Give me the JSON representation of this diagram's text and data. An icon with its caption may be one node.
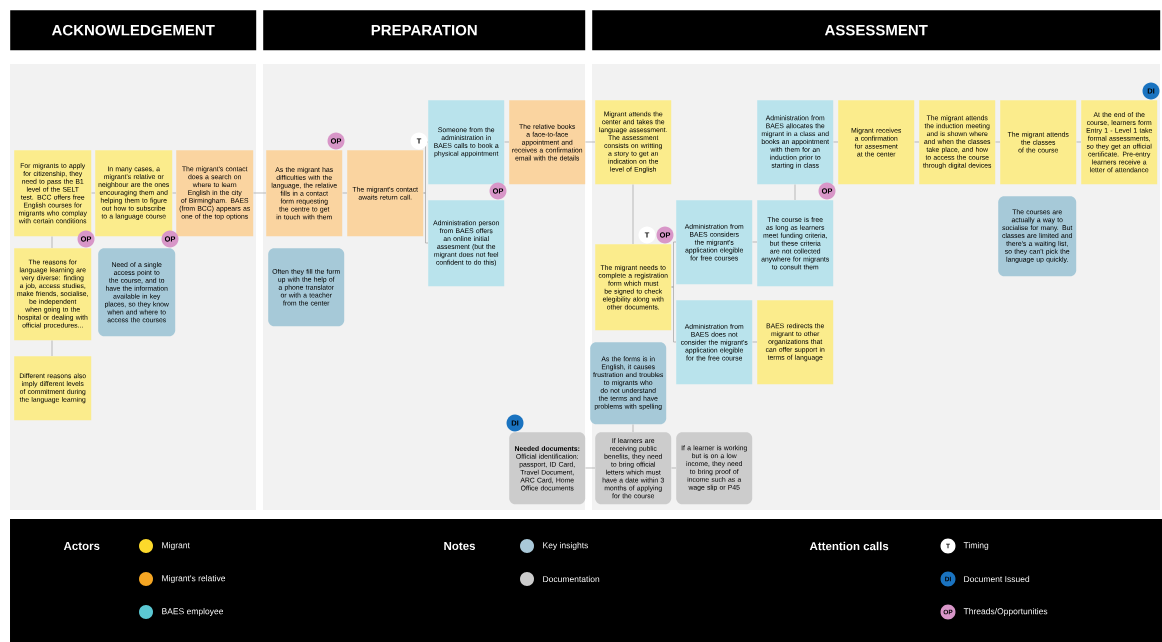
{
  "diagram": {
    "nodes": [
      {
        "text": [
          "ACKNOWLEDGEMENT"
        ]
      },
      {
        "text": [
          "PREPARATION"
        ]
      },
      {
        "text": [
          "ASSESSMENT"
        ]
      },
      {
        "text": [
          "For migrants to apply for citizenship, they need to pass the B1 level of the SELT test. BCC offers free English courses for migrants who complay with certain conditions"
        ]
      },
      {
        "text": [
          "In many cases, a migrant's relative or neighbour are the ones encouraging them and helping them to figure out how to subscribe to a language course"
        ]
      },
      {
        "text": [
          "The migrant's contact does a search on where to learn English in the city of Birmingham. BAES (from BCC) appears as one of the top options"
        ]
      },
      {
        "text": [
          "The reasons for language learning are very diverse: finding a job, access studies, make friends, socialise, be independent when going to the hospital or dealing with official procedures..."
        ],
        "beside": [
          "OP"
        ]
      },
      {
        "text": [
          "Need of a single access point to the course, and to have the information available in key places, so they know when and where to access the courses"
        ],
        "beside": [
          "OP"
        ]
      },
      {
        "text": [
          "Different reasons also imply different levels of commitment during the language learning"
        ]
      },
      {
        "text": [
          "As the migrant has difficulties with the language, the relative fills in a contact form requesting the centre to get in touch with them"
        ],
        "beside": [
          "OP"
        ]
      },
      {
        "text": [
          "Often they fill the form up with the help of a phone translator or with a teacher from the center"
        ]
      },
      {
        "text": [
          "The migrant's contact awaits return call."
        ],
        "beside": [
          "T"
        ]
      },
      {
        "text": [
          "Someone from the administration in BAES calls to book a physical appointment"
        ]
      },
      {
        "text": [
          "Administration person from BAES offers an online initial assesment (but the migrant does not feel confident to do this)"
        ],
        "beside": [
          "OP"
        ]
      },
      {
        "text": [
          "The relative books a face-to-face appointment and receives a confirmation email with the details"
        ]
      },
      {
        "text": [
          "Migrant attends the center and takes the language assessment. The assessment consists on writting a story to get an indication on the level of English"
        ]
      },
      {
        "text": [
          "The migrant needs to complete a registration form which must be signed to check elegibility along with other documents."
        ],
        "beside": [
          "T",
          "OP"
        ]
      },
      {
        "text": [
          "Administration from BAES considers the migrant's application elegible for free courses"
        ]
      },
      {
        "text": [
          "Administration from BAES does not consider the migrant's application elegible for the free course"
        ]
      },
      {
        "text": [
          "As the forms is in English, it causes frustration and troubles to migrants who do not understand the terms and have problems with spelling"
        ]
      },
      {
        "text": [
          "Administration from BAES allocates the migrant in a class and books an appointment with them for an induction prior to starting in class"
        ]
      },
      {
        "text": [
          "The course is free as long as learners meet funding criteria, but these criteria are not collected anywhere for migrants to consult them"
        ],
        "beside": [
          "OP"
        ]
      },
      {
        "text": [
          "BAES redirects the migrant to other organizations that can offer support in terms of language"
        ]
      },
      {
        "text": [
          "Migrant receives a confirmation for assesment at the center"
        ]
      },
      {
        "text": [
          "The migrant attends the induction meeting and is shown where and when the classes take place, and how to access the course through digital devices"
        ]
      },
      {
        "text": [
          "The migrant attends the classes of the course"
        ]
      },
      {
        "text": [
          "The courses are actually a way to socialise for many. But classes are limited and there's a waiting list, so they can't pick the language up quickly."
        ]
      },
      {
        "text": [
          "At the end of the course, learners form Entry 1 - Level 1 take formal assessments, so they get an official certificate. Pre-entry learners receive a letter of attendance"
        ],
        "beside": [
          "DI"
        ]
      },
      {
        "text": [
          "**Needed documents:** Official identification: passport, ID Card, Travel Document, ARC Card, Home Office documents"
        ],
        "beside": [
          "DI"
        ]
      },
      {
        "text": [
          "If learners are receiving public benefits, they need to bring official letters which must have a date within 3 months of applying for the course"
        ]
      },
      {
        "text": [
          "If a learner is working but is on a low income, they need to bring proof of income such as a wage slip or P45"
        ]
      }
    ],
    "edges": [
      {
        "from": 3,
        "to": 4,
        "arrow": "none"
      },
      {
        "from": 4,
        "to": 5,
        "arrow": "none"
      },
      {
        "from": 5,
        "to": 9,
        "arrow": "none"
      },
      {
        "from": 9,
        "to": 11,
        "arrow": "none"
      },
      {
        "from": 11,
        "to": 12,
        "arrow": "none"
      },
      {
        "from": 11,
        "to": 13,
        "arrow": "none"
      },
      {
        "from": 12,
        "to": 14,
        "arrow": "none"
      },
      {
        "from": 14,
        "to": 15,
        "arrow": "none"
      },
      {
        "from": 15,
        "to": 16,
        "arrow": "none"
      },
      {
        "from": 16,
        "to": 17,
        "arrow": "none"
      },
      {
        "from": 16,
        "to": 18,
        "arrow": "none"
      },
      {
        "from": 17,
        "to": 21,
        "arrow": "none"
      },
      {
        "from": 20,
        "to": 21,
        "arrow": "none"
      },
      {
        "from": 18,
        "to": 22,
        "arrow": "none"
      },
      {
        "from": 20,
        "to": 23,
        "arrow": "none"
      },
      {
        "from": 23,
        "to": 24,
        "arrow": "none"
      },
      {
        "from": 24,
        "to": 25,
        "arrow": "none"
      },
      {
        "from": 25,
        "to": 27,
        "arrow": "none"
      },
      {
        "from": 3,
        "to": 6,
        "arrow": "none"
      },
      {
        "from": 6,
        "to": 8,
        "arrow": "none"
      },
      {
        "from": 19,
        "to": 29,
        "arrow": "none"
      },
      {
        "from": 28,
        "to": 29,
        "arrow": "none"
      },
      {
        "from": 29,
        "to": 30,
        "arrow": "none"
      }
    ],
    "labels": [
      "Actors",
      "Notes",
      "Attention calls",
      "T",
      "DI",
      "OP"
    ],
    "legend": [
      {
        "text": "Migrant",
        "color": "#fcd92b"
      },
      {
        "text": "Migrant's relative",
        "color": "#f5a623"
      },
      {
        "text": "BAES employee",
        "color": "#5bc8d3"
      },
      {
        "text": "Key insights",
        "color": "#a9c8d8"
      },
      {
        "text": "Documentation",
        "color": "#cccccc"
      },
      {
        "text": "Timing"
      },
      {
        "text": "Document Issued"
      },
      {
        "text": "Threads/Opportunities"
      }
    ]
  }
}
